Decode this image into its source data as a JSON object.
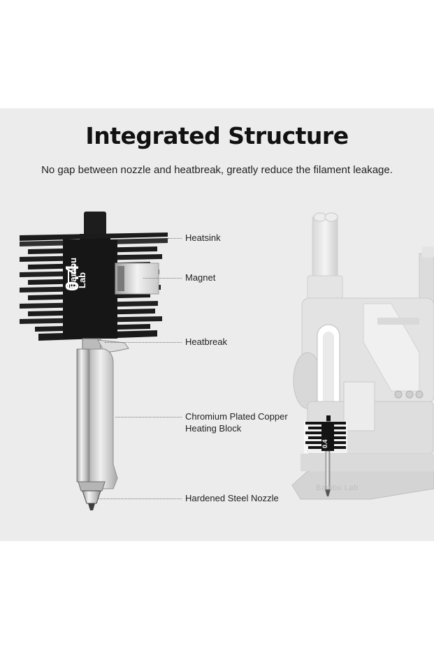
{
  "header": {
    "title": "Integrated Structure",
    "subtitle": "No gap between nozzle and heatbreak, greatly reduce the filament leakage."
  },
  "hotend": {
    "size_label": "0.4",
    "brand_line1": "Bambu",
    "brand_line2": "Lab"
  },
  "printer": {
    "brand_label": "Bambu Lab",
    "mini_size_label": "0.4"
  },
  "callouts": [
    {
      "line1": "Heatsink",
      "line2": ""
    },
    {
      "line1": "Magnet",
      "line2": ""
    },
    {
      "line1": "Heatbreak",
      "line2": ""
    },
    {
      "line1": "Chromium Plated Copper",
      "line2": "Heating Block"
    },
    {
      "line1": "Hardened Steel Nozzle",
      "line2": ""
    }
  ],
  "colors": {
    "panel_background": "#ececec",
    "heatsink": "#1a1a1a",
    "steel": "#c8c8c8",
    "printer_body": "#e2e2e2"
  }
}
